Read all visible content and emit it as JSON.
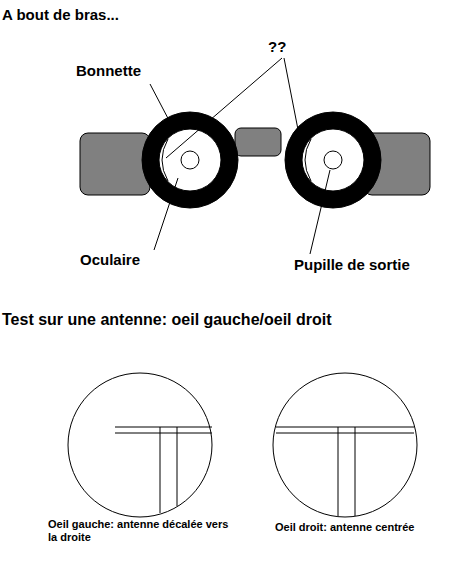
{
  "diagram": {
    "title": "A bout de bras...",
    "labels": [
      "Bonnette",
      "??",
      "Oculaire",
      "Pupille de sortie",
      "Test sur une antenne: oeil gauche/oeil droit",
      "Oeil gauche: antenne décalée vers la droite",
      "Oeil droit: antenne centrée"
    ]
  }
}
